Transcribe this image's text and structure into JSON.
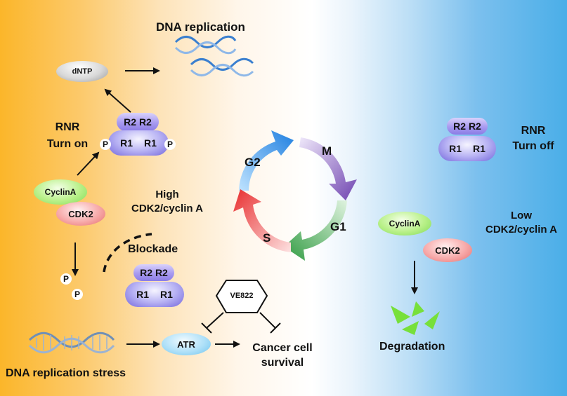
{
  "title": "DNA replication",
  "cycle": {
    "g2": "G2",
    "m": "M",
    "g1": "G1",
    "s": "S"
  },
  "left": {
    "dntp": "dNTP",
    "rnr_on_line1": "RNR",
    "rnr_on_line2": "Turn on",
    "r2_label": "R2 R2",
    "r1_left": "R1",
    "r1_right": "R1",
    "p": "P",
    "cyclin_a": "CyclinA",
    "cdk2": "CDK2",
    "high_line1": "High",
    "high_line2": "CDK2/cyclin A",
    "blockade": "Blockade",
    "ve822": "VE822",
    "atr": "ATR",
    "cancer_line1": "Cancer cell",
    "cancer_line2": "survival",
    "stress": "DNA replication stress"
  },
  "right": {
    "r2_label": "R2 R2",
    "r1_left": "R1",
    "r1_right": "R1",
    "rnr_off_line1": "RNR",
    "rnr_off_line2": "Turn off",
    "low_line1": "Low",
    "low_line2": "CDK2/cyclin A",
    "cyclin_a": "CyclinA",
    "cdk2": "CDK2",
    "degradation": "Degradation"
  },
  "colors": {
    "g2_arrow": "#2f8ee6",
    "m_arrow": "#7b4fb8",
    "g1_arrow": "#3fa34d",
    "s_arrow": "#ee3a3a",
    "fragments": "#77e03a"
  }
}
